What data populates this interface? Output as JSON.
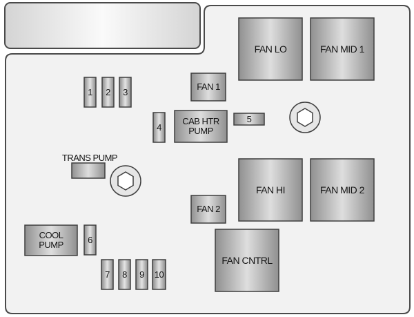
{
  "fuse_block": {
    "large_relays": {
      "fan_lo": "FAN LO",
      "fan_mid_1": "FAN MID 1",
      "fan_hi": "FAN HI",
      "fan_mid_2": "FAN MID 2",
      "fan_cntrl": "FAN CNTRL"
    },
    "medium_relays": {
      "fan_1": "FAN 1",
      "fan_2": "FAN 2",
      "cab_htr_pump": "CAB HTR\nPUMP",
      "cool_pump": "COOL\nPUMP",
      "trans_pump": "TRANS PUMP"
    },
    "fuses": {
      "f1": "1",
      "f2": "2",
      "f3": "3",
      "f4": "4",
      "f5": "5",
      "f6": "6",
      "f7": "7",
      "f8": "8",
      "f9": "9",
      "f10": "10"
    },
    "colors": {
      "panel_fill": "#f2f2f2",
      "panel_stroke": "#4a4a4a",
      "relay_dark": "#8c8c8c",
      "relay_light": "#e6e6e6"
    }
  }
}
